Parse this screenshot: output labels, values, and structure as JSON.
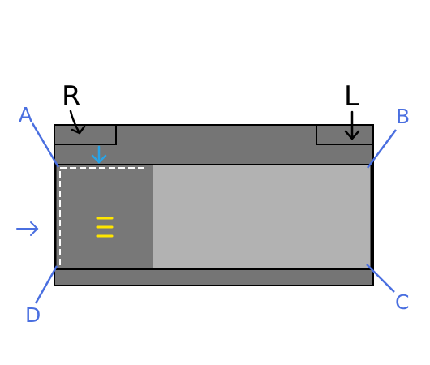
{
  "diagram": {
    "annotations": {
      "right_handle": "R",
      "left_handle": "L"
    },
    "corners": {
      "top_left": "A",
      "top_right": "B",
      "bottom_right": "C",
      "bottom_left": "D"
    },
    "icons": {
      "grip": "three-line-grip-icon",
      "entry_arrow": "right-arrow-icon",
      "drop_arrow": "down-arrow-icon"
    },
    "colors": {
      "frame": "#757575",
      "inner_panel": "#b2b2b2",
      "side_panel": "#787878",
      "outline": "#000000",
      "corner_labels": "#4a6fe0",
      "drop_arrow": "#29a3e6",
      "grip": "#ffe600",
      "dashed_guide": "#ffffff"
    }
  }
}
